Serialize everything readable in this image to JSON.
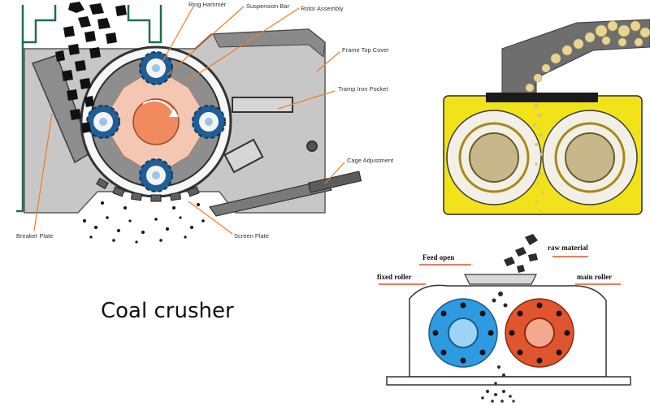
{
  "title": "Coal crusher",
  "hammer_mill": {
    "labels": {
      "ring_hammer": "Ring Hammer",
      "suspension_bar": "Suspension Bar",
      "rotor_assembly": "Rotor Assembly",
      "frame_top_cover": "Frame Top Cover",
      "tramp_iron_pocket": "Tramp Iron Pocket",
      "cage_adjustment": "Cage Adjustment",
      "breaker_plate": "Breaker Plate",
      "screen_plate": "Screen Plate"
    },
    "colors": {
      "frame": "#c7c7c7",
      "frame_dark": "#6a6a6a",
      "frame_edge": "#1f6f4a",
      "hammer": "#1f5e96",
      "rotor": "#f4c7b2",
      "hub": "#f18a5e",
      "leader": "#f07c22"
    }
  },
  "roll_crusher": {
    "colors": {
      "body": "#f2e21a",
      "roll": "#f2f0e6",
      "hub": "#c8b78a",
      "hopper": "#6e6e6e",
      "coal": "#e8d594"
    }
  },
  "double_roller": {
    "labels": {
      "feed_open": "Feed open",
      "raw_material": "raw material",
      "fixed_roller": "fixed roller",
      "main_roller": "main roller"
    },
    "colors": {
      "fixed_roller": "#2e9be0",
      "main_roller": "#e0542e",
      "arrow": "#e0542e",
      "lump": "#2b2b2b"
    }
  }
}
